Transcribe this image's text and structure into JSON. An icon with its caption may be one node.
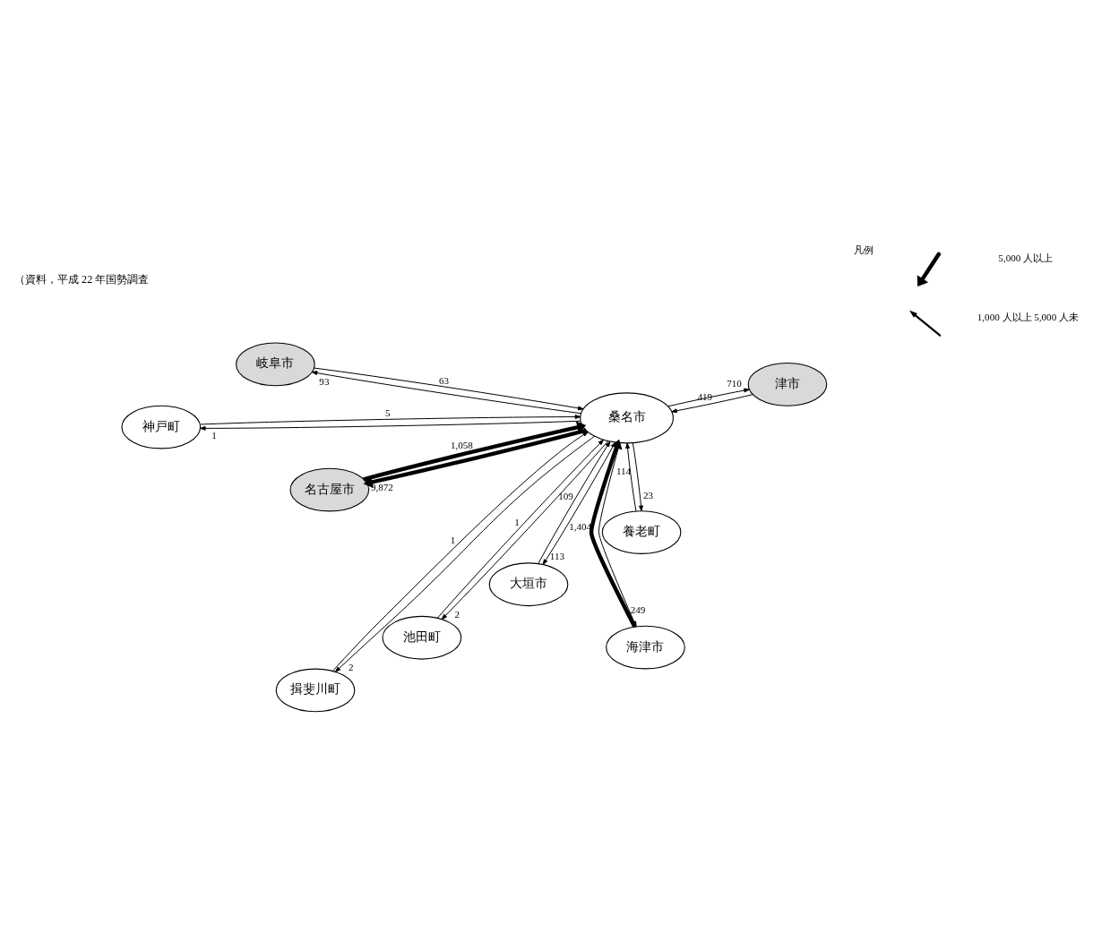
{
  "diagram": {
    "nodes": [
      {
        "text": [
          "揖斐川町"
        ]
      },
      {
        "text": [
          "神戸町"
        ]
      },
      {
        "text": [
          "池田町"
        ]
      },
      {
        "text": [
          "岐阜市"
        ]
      },
      {
        "text": [
          "大垣市"
        ]
      },
      {
        "text": [
          "名古屋市"
        ]
      },
      {
        "text": [
          "養老町"
        ]
      },
      {
        "text": [
          "海津市"
        ]
      },
      {
        "text": [
          "桑名市"
        ]
      },
      {
        "text": [
          "津市"
        ]
      }
    ],
    "edges": [
      {
        "from": 0,
        "to": 8,
        "arrow": "to",
        "label": "1"
      },
      {
        "from": 8,
        "to": 0,
        "arrow": "to",
        "label": "2"
      },
      {
        "from": 2,
        "to": 8,
        "arrow": "to",
        "label": "1"
      },
      {
        "from": 8,
        "to": 2,
        "arrow": "to",
        "label": "2"
      },
      {
        "from": 4,
        "to": 8,
        "arrow": "to",
        "label": "109"
      },
      {
        "from": 8,
        "to": 4,
        "arrow": "to",
        "label": "113"
      },
      {
        "from": 6,
        "to": 8,
        "arrow": "to",
        "label": "114"
      },
      {
        "from": 8,
        "to": 6,
        "arrow": "to",
        "label": "23"
      },
      {
        "from": 1,
        "to": 8,
        "arrow": "to",
        "label": "5"
      },
      {
        "from": 8,
        "to": 1,
        "arrow": "to",
        "label": "1"
      },
      {
        "from": 3,
        "to": 8,
        "arrow": "to",
        "label": "63"
      },
      {
        "from": 8,
        "to": 3,
        "arrow": "to",
        "label": "93"
      },
      {
        "from": 5,
        "to": 8,
        "arrow": "to",
        "label": "1,058",
        "style": "thick"
      },
      {
        "from": 8,
        "to": 5,
        "arrow": "to",
        "label": "9,872",
        "style": "thick"
      },
      {
        "from": 8,
        "to": 7,
        "arrow": "to",
        "label": "249"
      },
      {
        "from": 7,
        "to": 8,
        "arrow": "to",
        "label": "1,404",
        "style": "thick"
      },
      {
        "from": 9,
        "to": 8,
        "arrow": "to",
        "label": "419"
      },
      {
        "from": 8,
        "to": 9,
        "arrow": "to",
        "label": "710"
      }
    ],
    "labels": [
      "（資料，平成 22 年国勢調査",
      "凡例"
    ],
    "legend": [
      {
        "text": "5,000 人以上"
      },
      {
        "text": "1,000 人以上 5,000 人未"
      }
    ]
  }
}
